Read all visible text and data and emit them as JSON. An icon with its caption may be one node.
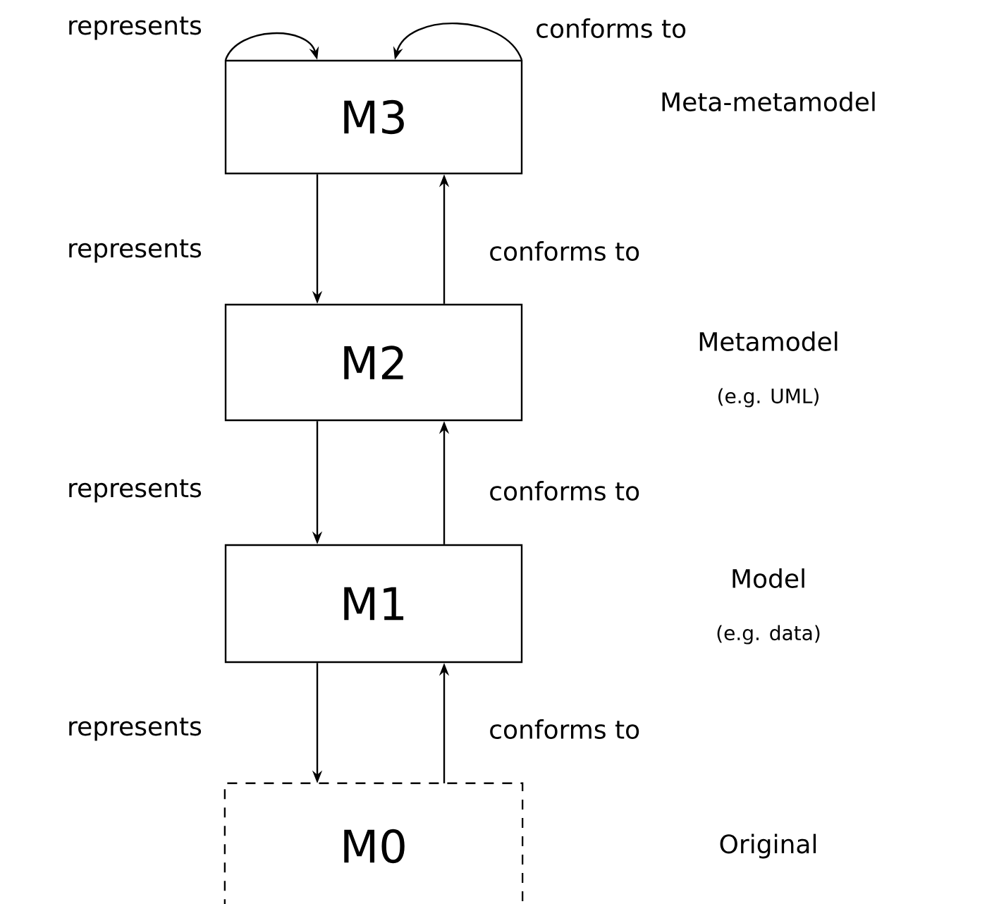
{
  "diagram": {
    "nodes": [
      {
        "text": [
          "M3"
        ]
      },
      {
        "text": [
          "M2"
        ]
      },
      {
        "text": [
          "M1"
        ]
      },
      {
        "text": [
          "M0"
        ]
      }
    ],
    "labels": [
      "Meta-metamodel",
      "Metamodel",
      "(e.g. UML)",
      "Model",
      "(e.g. data)",
      "Original"
    ],
    "edges": [
      {
        "from": 0,
        "to": 0,
        "arrow": "to",
        "label": "represents"
      },
      {
        "from": 0,
        "to": 0,
        "arrow": "to",
        "label": "conforms to"
      },
      {
        "from": 0,
        "to": 1,
        "arrow": "to",
        "label": "represents"
      },
      {
        "from": 1,
        "to": 0,
        "arrow": "to",
        "label": "conforms to"
      },
      {
        "from": 1,
        "to": 2,
        "arrow": "to",
        "label": "represents"
      },
      {
        "from": 2,
        "to": 1,
        "arrow": "to",
        "label": "conforms to"
      },
      {
        "from": 2,
        "to": 3,
        "arrow": "to",
        "label": "represents"
      },
      {
        "from": 3,
        "to": 2,
        "arrow": "to",
        "label": "conforms to"
      }
    ]
  }
}
